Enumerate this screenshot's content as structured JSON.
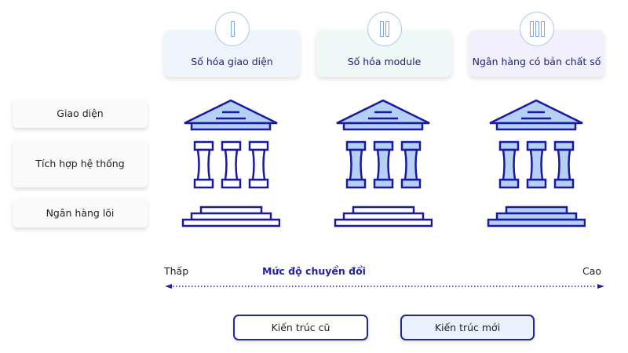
{
  "stages": [
    {
      "label": "Số hóa giao diện",
      "icon": "roman-numeral-1-icon",
      "bars": 1,
      "bg": "#eef5fd"
    },
    {
      "label": "Số hóa module",
      "icon": "roman-numeral-2-icon",
      "bars": 2,
      "bg": "#eef8f7"
    },
    {
      "label": "Ngân hàng có bản chất số",
      "icon": "roman-numeral-3-icon",
      "bars": 3,
      "bg": "#f2f0fd"
    }
  ],
  "layers": [
    {
      "label": "Giao diện"
    },
    {
      "label": "Tích hợp hệ thống"
    },
    {
      "label": "Ngân hàng lõi"
    }
  ],
  "buildings": [
    {
      "roof": "new",
      "columns": "old",
      "base": "old"
    },
    {
      "roof": "new",
      "columns": "new",
      "base": "old"
    },
    {
      "roof": "new",
      "columns": "new",
      "base": "new"
    }
  ],
  "axis": {
    "low": "Thấp",
    "title": "Mức độ chuyển đổi",
    "high": "Cao"
  },
  "legend": {
    "old": "Kiến trúc cũ",
    "new": "Kiến trúc mới"
  },
  "colors": {
    "stroke": "#1a1aa0",
    "new_fill": "#b5d0f5",
    "old_fill": "#ffffff",
    "text_dark": "#1e2466",
    "accent": "#2222a8"
  }
}
